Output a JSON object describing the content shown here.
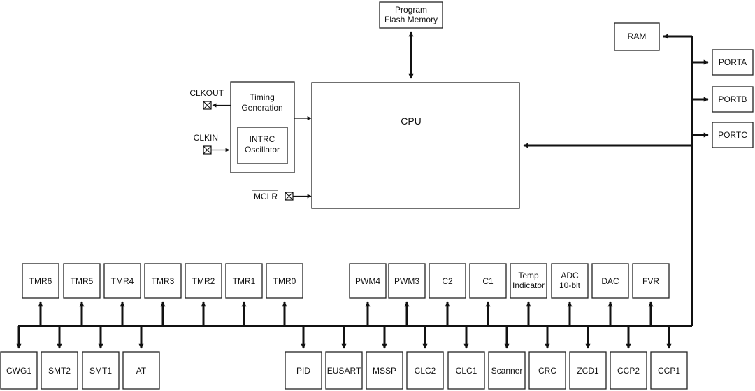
{
  "cpu": {
    "label": "CPU"
  },
  "flash": {
    "line1": "Program",
    "line2": "Flash Memory"
  },
  "ram": {
    "label": "RAM"
  },
  "ports": [
    "PORTA",
    "PORTB",
    "PORTC"
  ],
  "timing": {
    "line1": "Timing",
    "line2": "Generation"
  },
  "intrc": {
    "line1": "INTRC",
    "line2": "Oscillator"
  },
  "pins": {
    "clkout": "CLKOUT",
    "clkin": "CLKIN",
    "mclr": "MCLR"
  },
  "top_peripherals": [
    {
      "l1": "TMR6"
    },
    {
      "l1": "TMR5"
    },
    {
      "l1": "TMR4"
    },
    {
      "l1": "TMR3"
    },
    {
      "l1": "TMR2"
    },
    {
      "l1": "TMR1"
    },
    {
      "l1": "TMR0"
    },
    {
      "l1": "PWM4"
    },
    {
      "l1": "PWM3"
    },
    {
      "l1": "C2"
    },
    {
      "l1": "C1"
    },
    {
      "l1": "Temp",
      "l2": "Indicator"
    },
    {
      "l1": "ADC",
      "l2": "10-bit"
    },
    {
      "l1": "DAC"
    },
    {
      "l1": "FVR"
    }
  ],
  "bottom_peripherals": [
    "CWG1",
    "SMT2",
    "SMT1",
    "AT",
    "PID",
    "EUSART",
    "MSSP",
    "CLC2",
    "CLC1",
    "Scanner",
    "CRC",
    "ZCD1",
    "CCP2",
    "CCP1"
  ]
}
